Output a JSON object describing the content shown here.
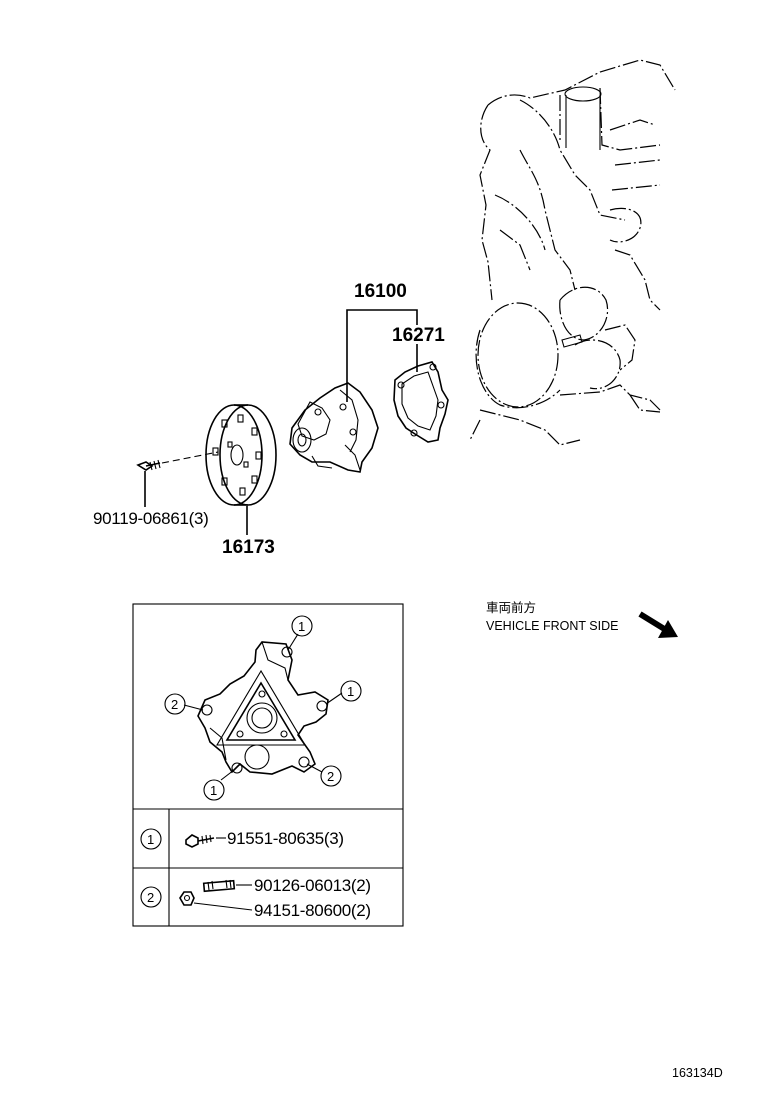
{
  "callouts": {
    "water_pump_assy": "16100",
    "gasket": "16271",
    "pulley": "16173",
    "pulley_bolt": "90119-06861(3)"
  },
  "direction": {
    "label_jp": "車両前方",
    "label_en": "VEHICLE FRONT SIDE"
  },
  "detail": {
    "marker_1": "1",
    "marker_2": "2"
  },
  "legend": {
    "row1": {
      "key": "1",
      "parts": [
        "91551-80635(3)"
      ]
    },
    "row2": {
      "key": "2",
      "parts": [
        "90126-06013(2)",
        "94151-80600(2)"
      ]
    }
  },
  "figure_code": "163134D"
}
